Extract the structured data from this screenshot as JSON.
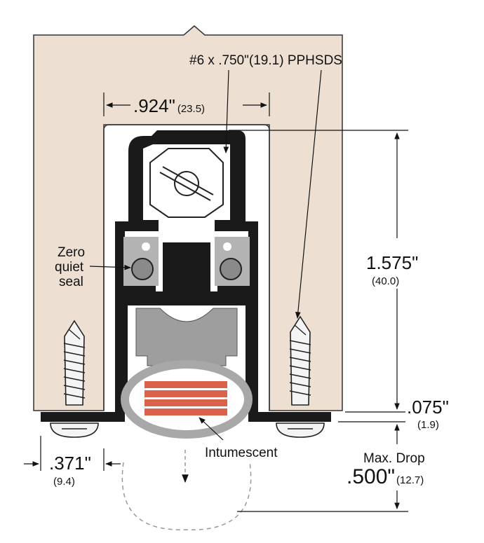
{
  "colors": {
    "door": "#ede0d3",
    "housing": "#1a1a1a",
    "seal_gray": "#a9a9a9",
    "seal_bulb": "#888888",
    "intumescent": "#d9624a",
    "line": "#111111"
  },
  "labels": {
    "screw_spec": "#6 x .750\"(19.1) PPHSDS",
    "width_main": ".924\"",
    "width_mm": "(23.5)",
    "height_main": "1.575\"",
    "height_mm": "(40.0)",
    "gap_main": ".075\"",
    "gap_mm": "(1.9)",
    "zero_line1": "Zero",
    "zero_line2": "quiet",
    "zero_line3": "seal",
    "intumescent": "Intumescent",
    "offset_main": ".371\"",
    "offset_mm": "(9.4)",
    "drop_label": "Max. Drop",
    "drop_main": ".500\"",
    "drop_mm": "(12.7)"
  }
}
